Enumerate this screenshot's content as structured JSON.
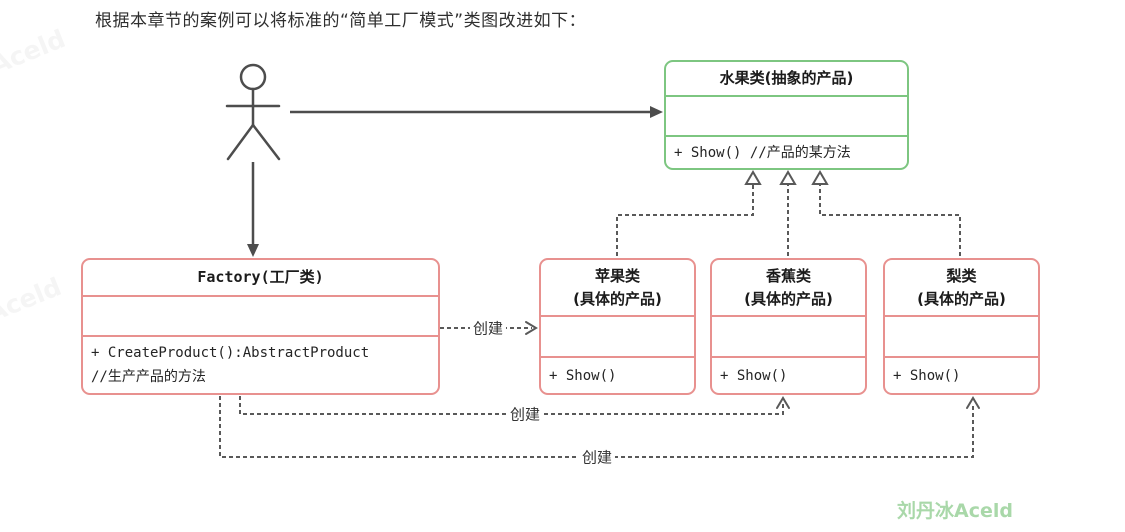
{
  "page": {
    "heading": "根据本章节的案例可以将标准的“简单工厂模式”类图改进如下：",
    "footer_watermark": "刘丹冰Aceld",
    "bg_watermark": "Aceld"
  },
  "colors": {
    "red_border": "#e8918f",
    "green_border": "#7dc681",
    "line_gray": "#595959",
    "watermark_green": "#a9d8a9"
  },
  "diagram": {
    "abstract_class": {
      "title": "水果类(抽象的产品)",
      "method": "+ Show() //产品的某方法"
    },
    "factory_class": {
      "title": "Factory(工厂类)",
      "method_line1": "+ CreateProduct():AbstractProduct",
      "method_line2": "//生产产品的方法"
    },
    "concrete_classes": [
      {
        "title_line1": "苹果类",
        "title_line2": "(具体的产品)",
        "method": "+ Show()"
      },
      {
        "title_line1": "香蕉类",
        "title_line2": "(具体的产品)",
        "method": "+ Show()"
      },
      {
        "title_line1": "梨类",
        "title_line2": "(具体的产品)",
        "method": "+ Show()"
      }
    ],
    "edge_labels": {
      "create_apple": "创建",
      "create_banana": "创建",
      "create_pear": "创建"
    }
  }
}
